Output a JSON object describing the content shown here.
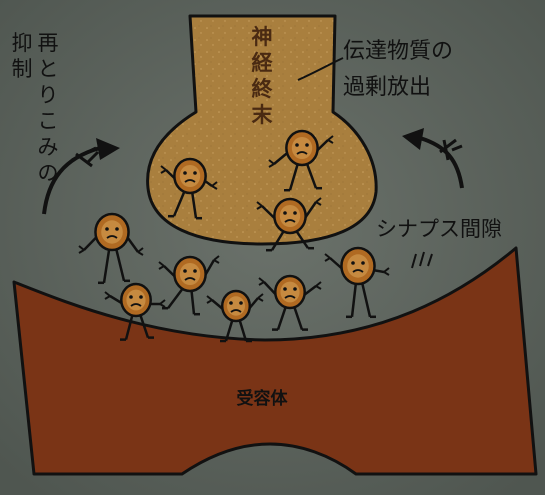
{
  "labels": {
    "nerve_terminal": "神経終末",
    "release": [
      "伝達物質の",
      "過剰放出"
    ],
    "reuptake": [
      "再とりこみの",
      "抑制"
    ],
    "synaptic_cleft": "シナプス間隙",
    "receptor": "受容体"
  },
  "colors": {
    "background": "#5e655f",
    "terminal": "#a97f3e",
    "receptor": "#7a3416",
    "molecule": "#b06a22",
    "line": "#111111"
  },
  "icons": {
    "reuptake_arrow_left": "curved-arrow-icon",
    "reuptake_arrow_right": "curved-arrow-icon",
    "block_mark": "inhibit-mark-icon",
    "sweat_marks": "sweat-marks-icon"
  }
}
